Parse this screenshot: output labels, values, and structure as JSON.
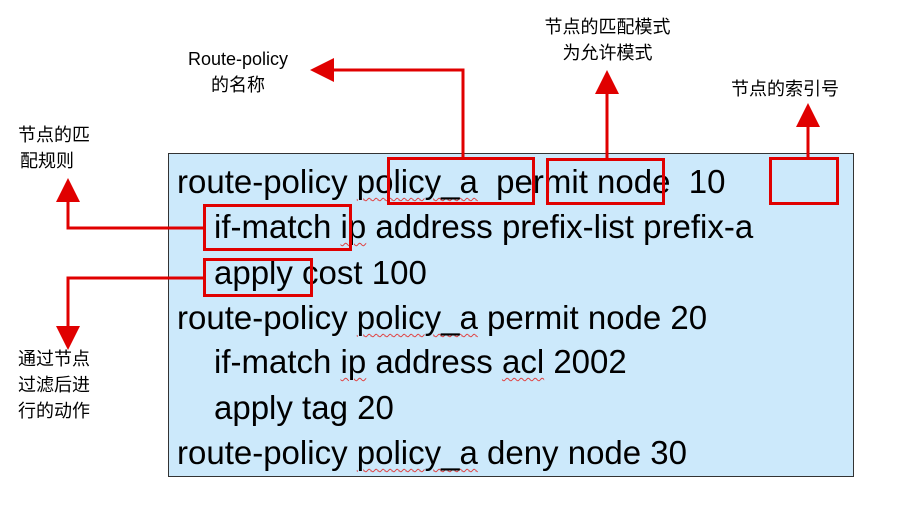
{
  "code_lines": [
    {
      "parts": [
        "route-policy ",
        "policy_a",
        " ",
        "permit",
        " node ",
        "10"
      ]
    },
    {
      "parts": [
        "if-match",
        " ",
        "ip",
        " address prefix-list prefix-a"
      ]
    },
    {
      "parts": [
        "apply",
        " cost 100"
      ]
    },
    {
      "parts": [
        "route-policy ",
        "policy_a",
        " permit node 20"
      ]
    },
    {
      "parts": [
        "if-match ",
        "ip",
        " address ",
        "acl",
        " 2002"
      ]
    },
    {
      "parts": [
        "apply tag 20"
      ]
    },
    {
      "parts": [
        "route-policy ",
        "policy_a",
        " deny node 30"
      ]
    }
  ],
  "annotations": {
    "policy_name": "Route-policy\n的名称",
    "match_mode": "节点的匹配模式\n为允许模式",
    "node_index": "节点的索引号",
    "match_rule": "节点的匹\n配规则",
    "action": "通过节点\n过滤后进\n行的动作"
  },
  "colors": {
    "box_fill": "#cce9fb",
    "highlight": "#e00000"
  }
}
